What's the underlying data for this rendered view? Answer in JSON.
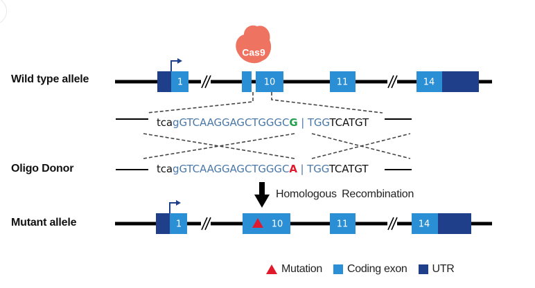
{
  "colors": {
    "coding_exon": "#2b8fd6",
    "utr": "#1f3f8a",
    "backbone": "#000000",
    "cas9": "#ee7360",
    "mutation": "#e0192c",
    "wild_type_base": "#22a050",
    "guide_text": "#4a78a8",
    "promoter_arrow": "#1f3f8a",
    "dashed": "#444444"
  },
  "rows": {
    "wild_type": {
      "label": "Wild type allele",
      "exons": [
        {
          "id": "1",
          "label": "1",
          "utr_5prime": true
        },
        {
          "id": "10",
          "label": "10",
          "split": true
        },
        {
          "id": "11",
          "label": "11"
        },
        {
          "id": "14",
          "label": "14",
          "utr_3prime": true
        }
      ]
    },
    "oligo_donor": {
      "label": "Oligo Donor"
    },
    "mutant": {
      "label": "Mutant allele",
      "exons": [
        {
          "id": "1",
          "label": "1",
          "utr_5prime": true
        },
        {
          "id": "10",
          "label": "10",
          "has_mutation": true
        },
        {
          "id": "11",
          "label": "11"
        },
        {
          "id": "14",
          "label": "14",
          "utr_3prime": true
        }
      ]
    }
  },
  "cas9": {
    "label": "Cas9"
  },
  "sequences": {
    "wild_type": {
      "lower_prefix": "tca",
      "guide": "gGTCAAGGAGCTGGGC",
      "variant_base": "G",
      "separator": " | ",
      "pam": "TGG",
      "tail": "TCATGT"
    },
    "donor": {
      "lower_prefix": "tca",
      "guide": "gGTCAAGGAGCTGGGC",
      "variant_base": "A",
      "separator": " | ",
      "pam": "TGG",
      "tail": "TCATGT"
    }
  },
  "process": {
    "label": "Homologous  Recombination",
    "arrow_icon": "down-arrow-icon"
  },
  "legend": {
    "items": [
      {
        "key": "mutation",
        "label": "Mutation",
        "icon": "triangle"
      },
      {
        "key": "coding_exon",
        "label": "Coding exon",
        "icon": "square"
      },
      {
        "key": "utr",
        "label": "UTR",
        "icon": "square"
      }
    ]
  }
}
